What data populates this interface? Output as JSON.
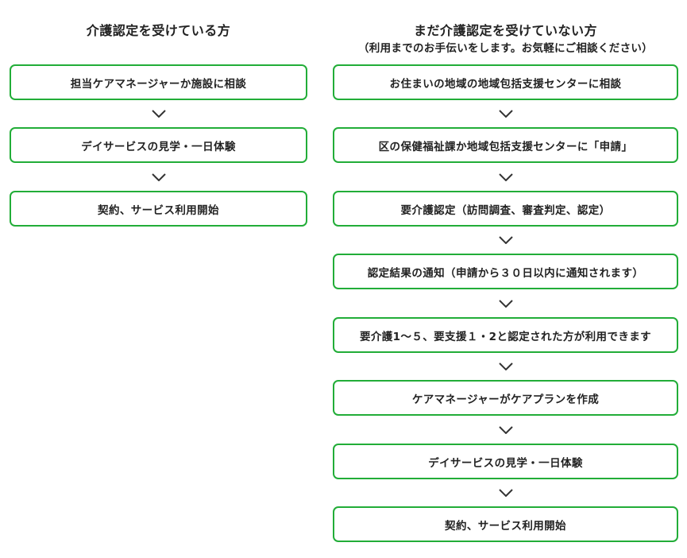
{
  "columns": {
    "left": {
      "title": "介護認定を受けている方",
      "steps": [
        "担当ケアマネージャーか施設に相談",
        "デイサービスの見学・一日体験",
        "契約、サービス利用開始"
      ]
    },
    "right": {
      "title": "まだ介護認定を受けていない方",
      "subtitle": "（利用までのお手伝いをします。お気軽にご相談ください）",
      "steps": [
        "お住まいの地域の地域包括支援センターに相談",
        "区の保健福祉課か地域包括支援センターに「申請」",
        "要介護認定（訪問調査、審査判定、認定）",
        "認定結果の通知（申請から３０日以内に通知されます）",
        "要介護1〜５、要支援１・2と認定された方が利用できます",
        "ケアマネージャーがケアプランを作成",
        "デイサービスの見学・一日体験",
        "契約、サービス利用開始"
      ]
    }
  },
  "colors": {
    "border": "#22ad38",
    "text": "#222222",
    "arrow": "#333333"
  },
  "icons": {
    "arrow": "chevron-down-icon"
  }
}
